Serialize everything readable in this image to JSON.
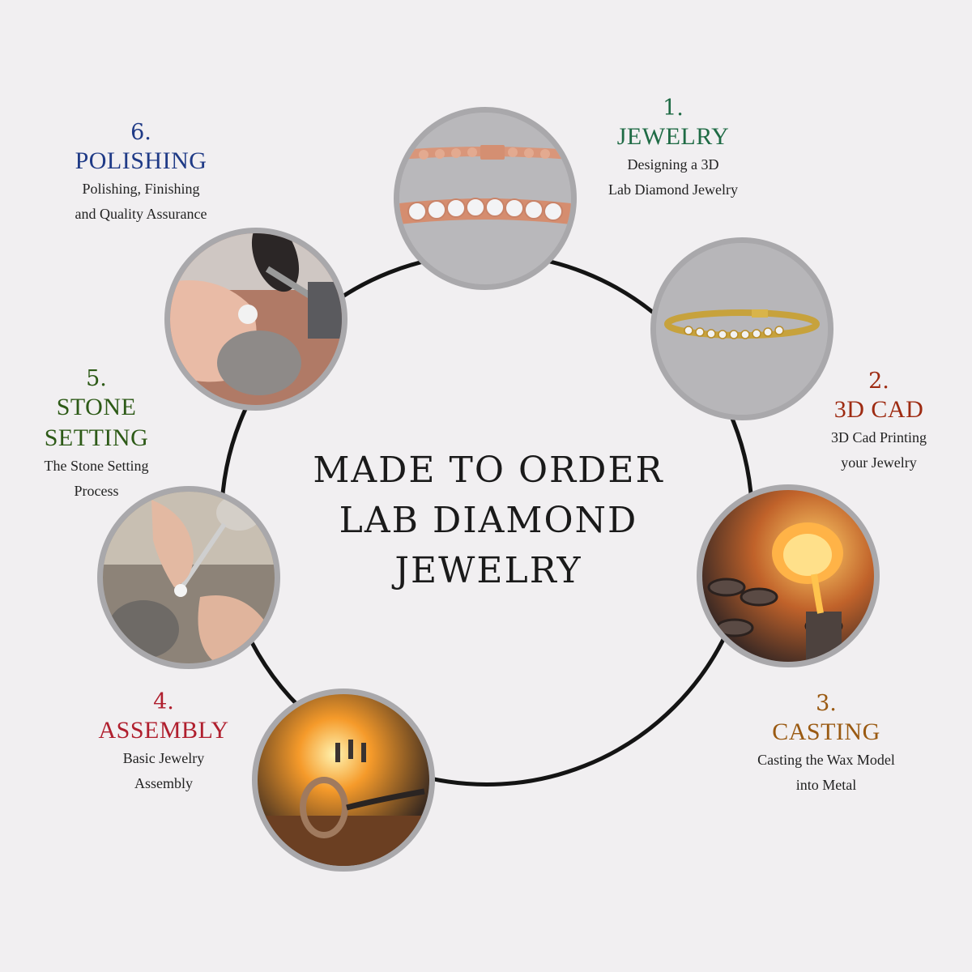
{
  "title": {
    "line1": "MADE TO ORDER",
    "line2": "LAB DIAMOND",
    "line3": "JEWELRY"
  },
  "steps": [
    {
      "number": "1.",
      "name": "JEWELRY",
      "desc1": "Designing a 3D",
      "desc2": "Lab Diamond Jewelry",
      "color": "#1f6b45",
      "image": "rose-gold-tennis-bracelet"
    },
    {
      "number": "2.",
      "name": "3D CAD",
      "desc1": "3D Cad Printing",
      "desc2": "your Jewelry",
      "color": "#9e2b12",
      "image": "yellow-gold-tennis-bracelet"
    },
    {
      "number": "3.",
      "name": "CASTING",
      "desc1": "Casting  the Wax Model",
      "desc2": "into Metal",
      "color": "#9a5a12",
      "image": "molten-metal-pour"
    },
    {
      "number": "4.",
      "name": "ASSEMBLY",
      "desc1": "Basic Jewelry",
      "desc2": "Assembly",
      "color": "#b01f2e",
      "image": "torch-soldering-ring"
    },
    {
      "number": "5.",
      "name": "STONE",
      "name2": "SETTING",
      "desc1": "The Stone Setting",
      "desc2": "Process",
      "color": "#2d5a17",
      "image": "stone-setting-tool"
    },
    {
      "number": "6.",
      "name": "POLISHING",
      "desc1": "Polishing, Finishing",
      "desc2": "and Quality Assurance",
      "color": "#1f3a86",
      "image": "polishing-wheel-ring"
    }
  ]
}
